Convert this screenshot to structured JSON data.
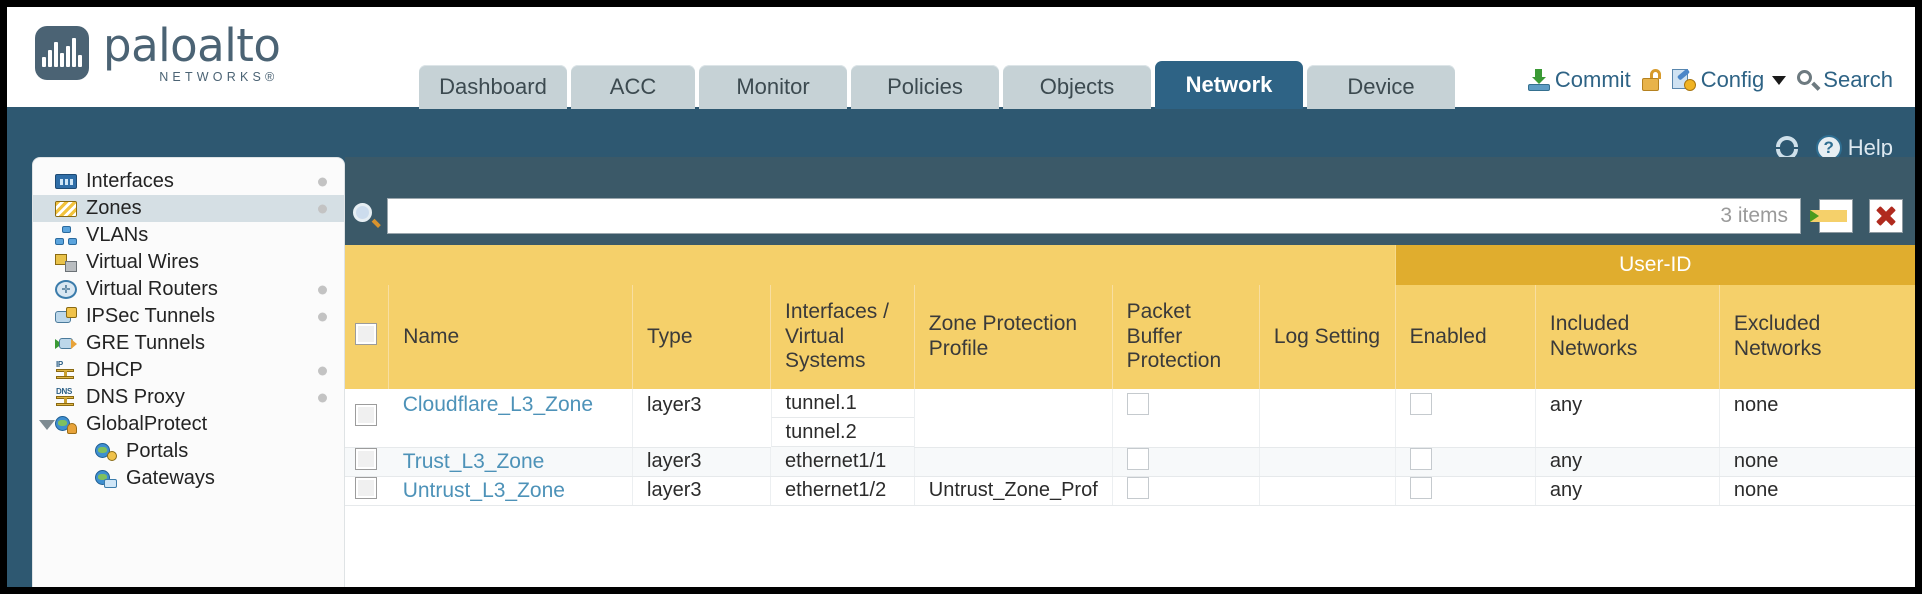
{
  "brand": {
    "name": "paloalto",
    "tagline": "NETWORKS®"
  },
  "tabs": [
    {
      "label": "Dashboard",
      "active": false
    },
    {
      "label": "ACC",
      "active": false
    },
    {
      "label": "Monitor",
      "active": false
    },
    {
      "label": "Policies",
      "active": false
    },
    {
      "label": "Objects",
      "active": false
    },
    {
      "label": "Network",
      "active": true
    },
    {
      "label": "Device",
      "active": false
    }
  ],
  "header_utils": {
    "commit": "Commit",
    "config": "Config",
    "search": "Search"
  },
  "subbar": {
    "help": "Help",
    "help_glyph": "?"
  },
  "sidebar": {
    "items": [
      {
        "label": "Interfaces",
        "icon": "interfaces-icon",
        "selected": false,
        "dot": true,
        "child": false,
        "expander": false
      },
      {
        "label": "Zones",
        "icon": "zones-icon",
        "selected": true,
        "dot": true,
        "child": false,
        "expander": false
      },
      {
        "label": "VLANs",
        "icon": "vlans-icon",
        "selected": false,
        "dot": false,
        "child": false,
        "expander": false
      },
      {
        "label": "Virtual Wires",
        "icon": "virtual-wires-icon",
        "selected": false,
        "dot": false,
        "child": false,
        "expander": false
      },
      {
        "label": "Virtual Routers",
        "icon": "virtual-routers-icon",
        "selected": false,
        "dot": true,
        "child": false,
        "expander": false
      },
      {
        "label": "IPSec Tunnels",
        "icon": "ipsec-tunnels-icon",
        "selected": false,
        "dot": true,
        "child": false,
        "expander": false
      },
      {
        "label": "GRE Tunnels",
        "icon": "gre-tunnels-icon",
        "selected": false,
        "dot": false,
        "child": false,
        "expander": false
      },
      {
        "label": "DHCP",
        "icon": "dhcp-icon",
        "selected": false,
        "dot": true,
        "child": false,
        "expander": false
      },
      {
        "label": "DNS Proxy",
        "icon": "dns-proxy-icon",
        "selected": false,
        "dot": true,
        "child": false,
        "expander": false
      },
      {
        "label": "GlobalProtect",
        "icon": "globalprotect-icon",
        "selected": false,
        "dot": false,
        "child": false,
        "expander": true
      },
      {
        "label": "Portals",
        "icon": "portals-icon",
        "selected": false,
        "dot": false,
        "child": true,
        "expander": false
      },
      {
        "label": "Gateways",
        "icon": "gateways-icon",
        "selected": false,
        "dot": false,
        "child": true,
        "expander": false
      }
    ]
  },
  "search": {
    "value": "",
    "placeholder": "",
    "items_count": "3 items"
  },
  "table": {
    "group_header": "User-ID",
    "columns": [
      "Name",
      "Type",
      "Interfaces / Virtual Systems",
      "Zone Protection Profile",
      "Packet Buffer Protection",
      "Log Setting",
      "Enabled",
      "Included Networks",
      "Excluded Networks"
    ],
    "rows": [
      {
        "name": "Cloudflare_L3_Zone",
        "type": "layer3",
        "interfaces": [
          "tunnel.1",
          "tunnel.2"
        ],
        "zone_protection_profile": "",
        "packet_buffer_protection": false,
        "log_setting": "",
        "user_id_enabled": false,
        "included_networks": "any",
        "excluded_networks": "none"
      },
      {
        "name": "Trust_L3_Zone",
        "type": "layer3",
        "interfaces": [
          "ethernet1/1"
        ],
        "zone_protection_profile": "",
        "packet_buffer_protection": false,
        "log_setting": "",
        "user_id_enabled": false,
        "included_networks": "any",
        "excluded_networks": "none"
      },
      {
        "name": "Untrust_L3_Zone",
        "type": "layer3",
        "interfaces": [
          "ethernet1/2"
        ],
        "zone_protection_profile": "Untrust_Zone_Prof",
        "packet_buffer_protection": false,
        "log_setting": "",
        "user_id_enabled": false,
        "included_networks": "any",
        "excluded_networks": "none"
      }
    ]
  },
  "colors": {
    "app_bg": "#2e5871",
    "active_tab": "#2e6385",
    "table_header": "#f5d06a",
    "group_header": "#e0ad2e",
    "link": "#4d92b8"
  }
}
